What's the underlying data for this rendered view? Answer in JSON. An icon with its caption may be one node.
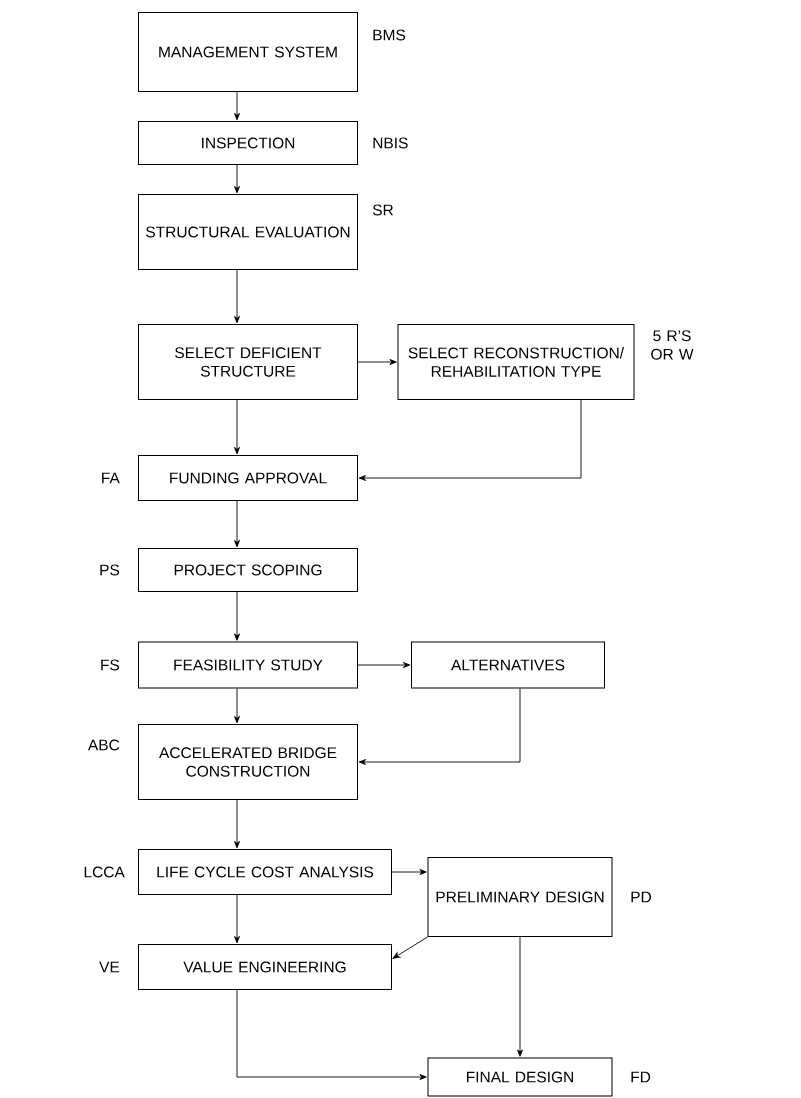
{
  "diagram": {
    "nodes": [
      {
        "text": [
          "MANAGEMENT SYSTEM"
        ],
        "beside": [
          "BMS"
        ]
      },
      {
        "text": [
          "INSPECTION"
        ],
        "beside": [
          "NBIS"
        ]
      },
      {
        "text": [
          "STRUCTURAL EVALUATION"
        ],
        "beside": [
          "SR"
        ]
      },
      {
        "text": [
          "SELECT DEFICIENT STRUCTURE"
        ]
      },
      {
        "text": [
          "SELECT RECONSTRUCTION/ REHABILITATION TYPE"
        ],
        "beside": [
          "5 R’S OR W"
        ]
      },
      {
        "text": [
          "FUNDING APPROVAL"
        ],
        "beside": [
          "FA"
        ]
      },
      {
        "text": [
          "PROJECT SCOPING"
        ],
        "beside": [
          "PS"
        ]
      },
      {
        "text": [
          "FEASIBILITY STUDY"
        ],
        "beside": [
          "FS"
        ]
      },
      {
        "text": [
          "ALTERNATIVES"
        ]
      },
      {
        "text": [
          "ACCELERATED BRIDGE CONSTRUCTION"
        ],
        "beside": [
          "ABC"
        ]
      },
      {
        "text": [
          "LIFE CYCLE COST ANALYSIS"
        ],
        "beside": [
          "LCCA"
        ]
      },
      {
        "text": [
          "PRELIMINARY DESIGN"
        ],
        "beside": [
          "PD"
        ]
      },
      {
        "text": [
          "VALUE ENGINEERING"
        ],
        "beside": [
          "VE"
        ]
      },
      {
        "text": [
          "FINAL DESIGN"
        ],
        "beside": [
          "FD"
        ]
      }
    ],
    "edges": [
      {
        "from": 0,
        "to": 1,
        "arrow": "to"
      },
      {
        "from": 1,
        "to": 2,
        "arrow": "to"
      },
      {
        "from": 2,
        "to": 3,
        "arrow": "to"
      },
      {
        "from": 3,
        "to": 4,
        "arrow": "to"
      },
      {
        "from": 3,
        "to": 5,
        "arrow": "to"
      },
      {
        "from": 4,
        "to": 5,
        "arrow": "to"
      },
      {
        "from": 5,
        "to": 6,
        "arrow": "to"
      },
      {
        "from": 6,
        "to": 7,
        "arrow": "to"
      },
      {
        "from": 7,
        "to": 8,
        "arrow": "to"
      },
      {
        "from": 7,
        "to": 9,
        "arrow": "to"
      },
      {
        "from": 8,
        "to": 9,
        "arrow": "to"
      },
      {
        "from": 9,
        "to": 10,
        "arrow": "to"
      },
      {
        "from": 10,
        "to": 11,
        "arrow": "to"
      },
      {
        "from": 10,
        "to": 12,
        "arrow": "to"
      },
      {
        "from": 11,
        "to": 12,
        "arrow": "to"
      },
      {
        "from": 11,
        "to": 13,
        "arrow": "to"
      },
      {
        "from": 12,
        "to": 13,
        "arrow": "to"
      }
    ]
  }
}
